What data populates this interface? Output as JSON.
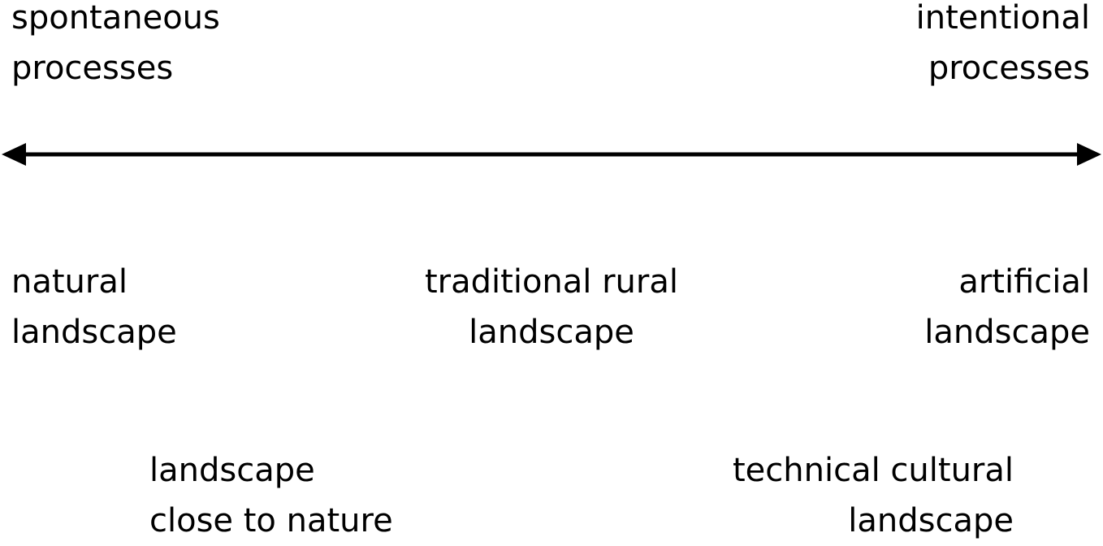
{
  "diagram": {
    "axis": {
      "left_end": {
        "line1": "spontaneous",
        "line2": "processes"
      },
      "right_end": {
        "line1": "intentional",
        "line2": "processes"
      }
    },
    "landscapes_row1": [
      {
        "line1": "natural",
        "line2": "landscape"
      },
      {
        "line1": "traditional rural",
        "line2": "landscape"
      },
      {
        "line1": "artificial",
        "line2": "landscape"
      }
    ],
    "landscapes_row2": [
      {
        "line1": "landscape",
        "line2": "close to nature"
      },
      {
        "line1": "technical cultural",
        "line2": "landscape"
      }
    ],
    "colors": {
      "ink": "#000000",
      "background": "#ffffff"
    }
  }
}
